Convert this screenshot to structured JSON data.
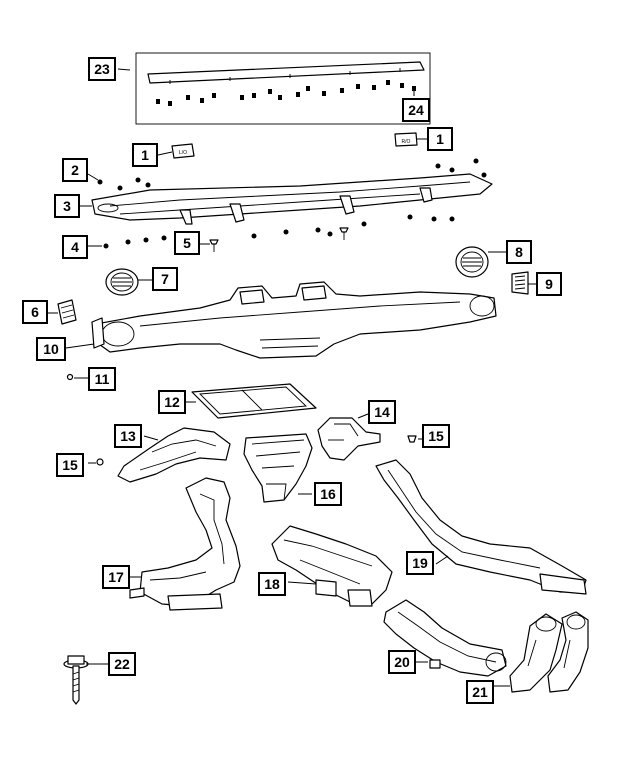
{
  "callouts": {
    "c23": "23",
    "c24": "24",
    "c1a": "1",
    "c1b": "1",
    "c2": "2",
    "c3": "3",
    "c4": "4",
    "c5": "5",
    "c7": "7",
    "c8": "8",
    "c9": "9",
    "c6": "6",
    "c10": "10",
    "c11": "11",
    "c12": "12",
    "c14": "14",
    "c13": "13",
    "c15a": "15",
    "c15b": "15",
    "c16": "16",
    "c17": "17",
    "c19": "19",
    "c18": "18",
    "c20": "20",
    "c22": "22",
    "c21": "21"
  },
  "part_text": {
    "left_vent_label": "L/O",
    "right_vent_label": "R/O"
  }
}
